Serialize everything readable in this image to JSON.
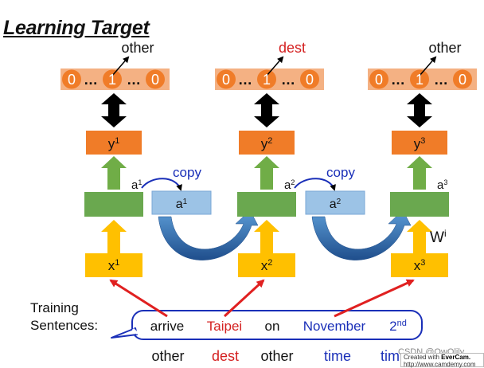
{
  "title": "Learning Target",
  "training": {
    "line1": "Training",
    "line2": "Sentences:"
  },
  "copy_label": "copy",
  "weight_label": "W",
  "weight_sup": "i",
  "one_hot": [
    "0",
    "…",
    "1",
    "…",
    "0"
  ],
  "steps": [
    {
      "output_label": "other",
      "output_color": "#111111",
      "y_base": "y",
      "y_sup": "1",
      "a_base": "a",
      "a_sup": "1",
      "x_base": "x",
      "x_sup": "1"
    },
    {
      "output_label": "dest",
      "output_color": "#d42020",
      "y_base": "y",
      "y_sup": "2",
      "a_base": "a",
      "a_sup": "2",
      "x_base": "x",
      "x_sup": "2"
    },
    {
      "output_label": "other",
      "output_color": "#111111",
      "y_base": "y",
      "y_sup": "3",
      "a_base": "a",
      "a_sup": "3",
      "x_base": "x",
      "x_sup": "3"
    }
  ],
  "memory_cells": [
    {
      "base": "a",
      "sup": "1"
    },
    {
      "base": "a",
      "sup": "2"
    }
  ],
  "sentence": [
    {
      "text": "arrive",
      "color": "#111111"
    },
    {
      "text": "Taipei",
      "color": "#d42020"
    },
    {
      "text": "on",
      "color": "#111111"
    },
    {
      "text": "November",
      "color": "#1a2fb8"
    },
    {
      "text": "2",
      "sup": "nd",
      "color": "#1a2fb8"
    }
  ],
  "word_labels": [
    {
      "text": "other",
      "color": "#111111"
    },
    {
      "text": "dest",
      "color": "#d42020"
    },
    {
      "text": "other",
      "color": "#111111"
    },
    {
      "text": "time",
      "color": "#1a2fb8"
    },
    {
      "text": "tim",
      "color": "#1a2fb8"
    }
  ],
  "watermark": "CSDN @OwOlily",
  "overlay": {
    "line1_prefix": "Created with ",
    "line1_brand": "EverCam.",
    "line2": "http://www.camdemy.com"
  },
  "colors": {
    "y_box": "#f07c28",
    "hidden_box": "#6aa84f",
    "memory_box": "#9cc3e6",
    "x_box": "#ffc000",
    "onehot_band": "#f4b183",
    "circle": "#f07c28",
    "up_arrow_green": "#70ad47",
    "up_arrow_yellow": "#ffc000",
    "copy_arrow": "#2e75b6",
    "red_arrow": "#e02020",
    "sentence_border": "#1a2fb8",
    "copy_text": "#1a2fb8"
  }
}
